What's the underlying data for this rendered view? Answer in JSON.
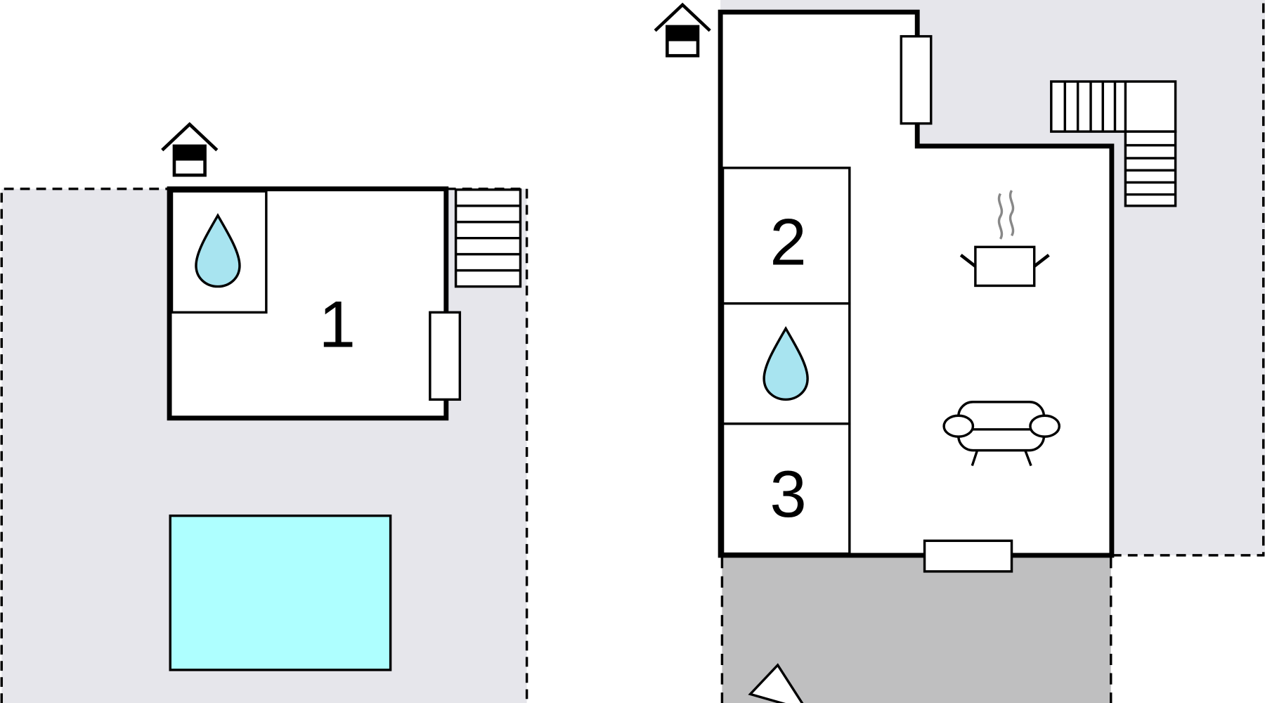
{
  "floorplan": {
    "rooms": [
      {
        "label": "1"
      },
      {
        "label": "2"
      },
      {
        "label": "3"
      }
    ],
    "colors": {
      "outdoor_area": "#e6e6eb",
      "terrace": "#bfbfc0",
      "pool": "#aeffff",
      "water_drop": "#a8e4f0",
      "wall": "#000000"
    },
    "icons": [
      "entrance-house-icon",
      "bathroom-drop-icon",
      "stairs-icon",
      "kitchen-pot-icon",
      "sofa-icon",
      "window-icon",
      "door-icon",
      "pool",
      "compass-arrow-icon"
    ]
  }
}
